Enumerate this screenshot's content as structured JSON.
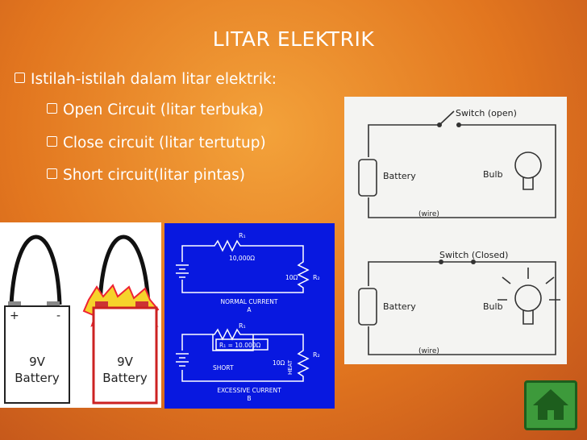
{
  "slide": {
    "title": "LITAR ELEKTRIK",
    "bullets": [
      "Istilah-istilah dalam litar elektrik:",
      "Open Circuit (litar terbuka)",
      "Close circuit (litar tertutup)",
      "Short circuit(litar pintas)"
    ]
  },
  "battery_image": {
    "left_label_line1": "9V",
    "left_label_line2": "Battery",
    "right_label_line1": "9V",
    "right_label_line2": "Battery",
    "plus": "+",
    "minus": "-"
  },
  "circuit_diagram": {
    "r1": "R₁",
    "r1_value": "10,000Ω",
    "r2": "R₂",
    "r2_value": "10Ω",
    "normal": "NORMAL CURRENT",
    "normal_sub": "A",
    "r1_box": "R₁ = 10.000Ω",
    "heat": "HEAT",
    "short": "SHORT",
    "excessive": "EXCESSIVE CURRENT",
    "excessive_sub": "B"
  },
  "sketch": {
    "switch_open": "Switch (open)",
    "battery_top": "Battery",
    "bulb_top": "Bulb",
    "wire_top": "(wire)",
    "switch_closed": "Switch (Closed)",
    "battery_bottom": "Battery",
    "bulb_bottom": "Bulb",
    "wire_bottom": "(wire)"
  },
  "colors": {
    "background": "#e2761f",
    "panel_blue": "#0818e0",
    "home_button": "#3d9a3b"
  },
  "nav": {
    "home_icon": "home-icon"
  }
}
